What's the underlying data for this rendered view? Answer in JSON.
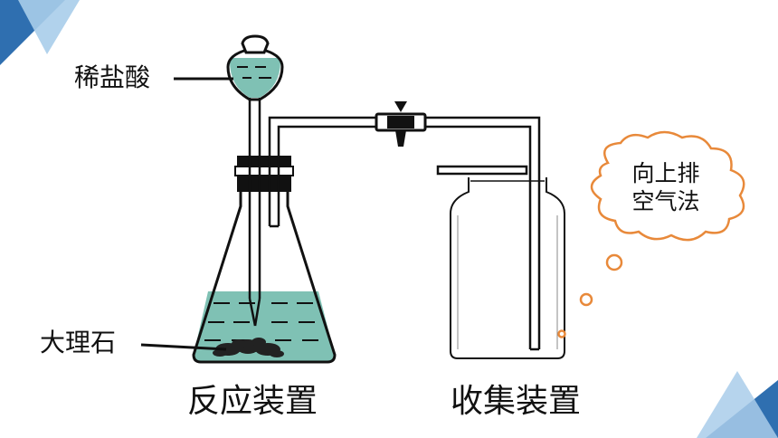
{
  "labels": {
    "acid": "稀盐酸",
    "marble": "大理石",
    "reaction_apparatus": "反应装置",
    "collection_apparatus": "收集装置"
  },
  "callout": {
    "line1": "向上排",
    "line2": "空气法",
    "color": "#e8893a"
  },
  "colors": {
    "liquid": "#7fc1b4",
    "accent_blue": "#3b82c4",
    "accent_light": "#a9cdea"
  }
}
